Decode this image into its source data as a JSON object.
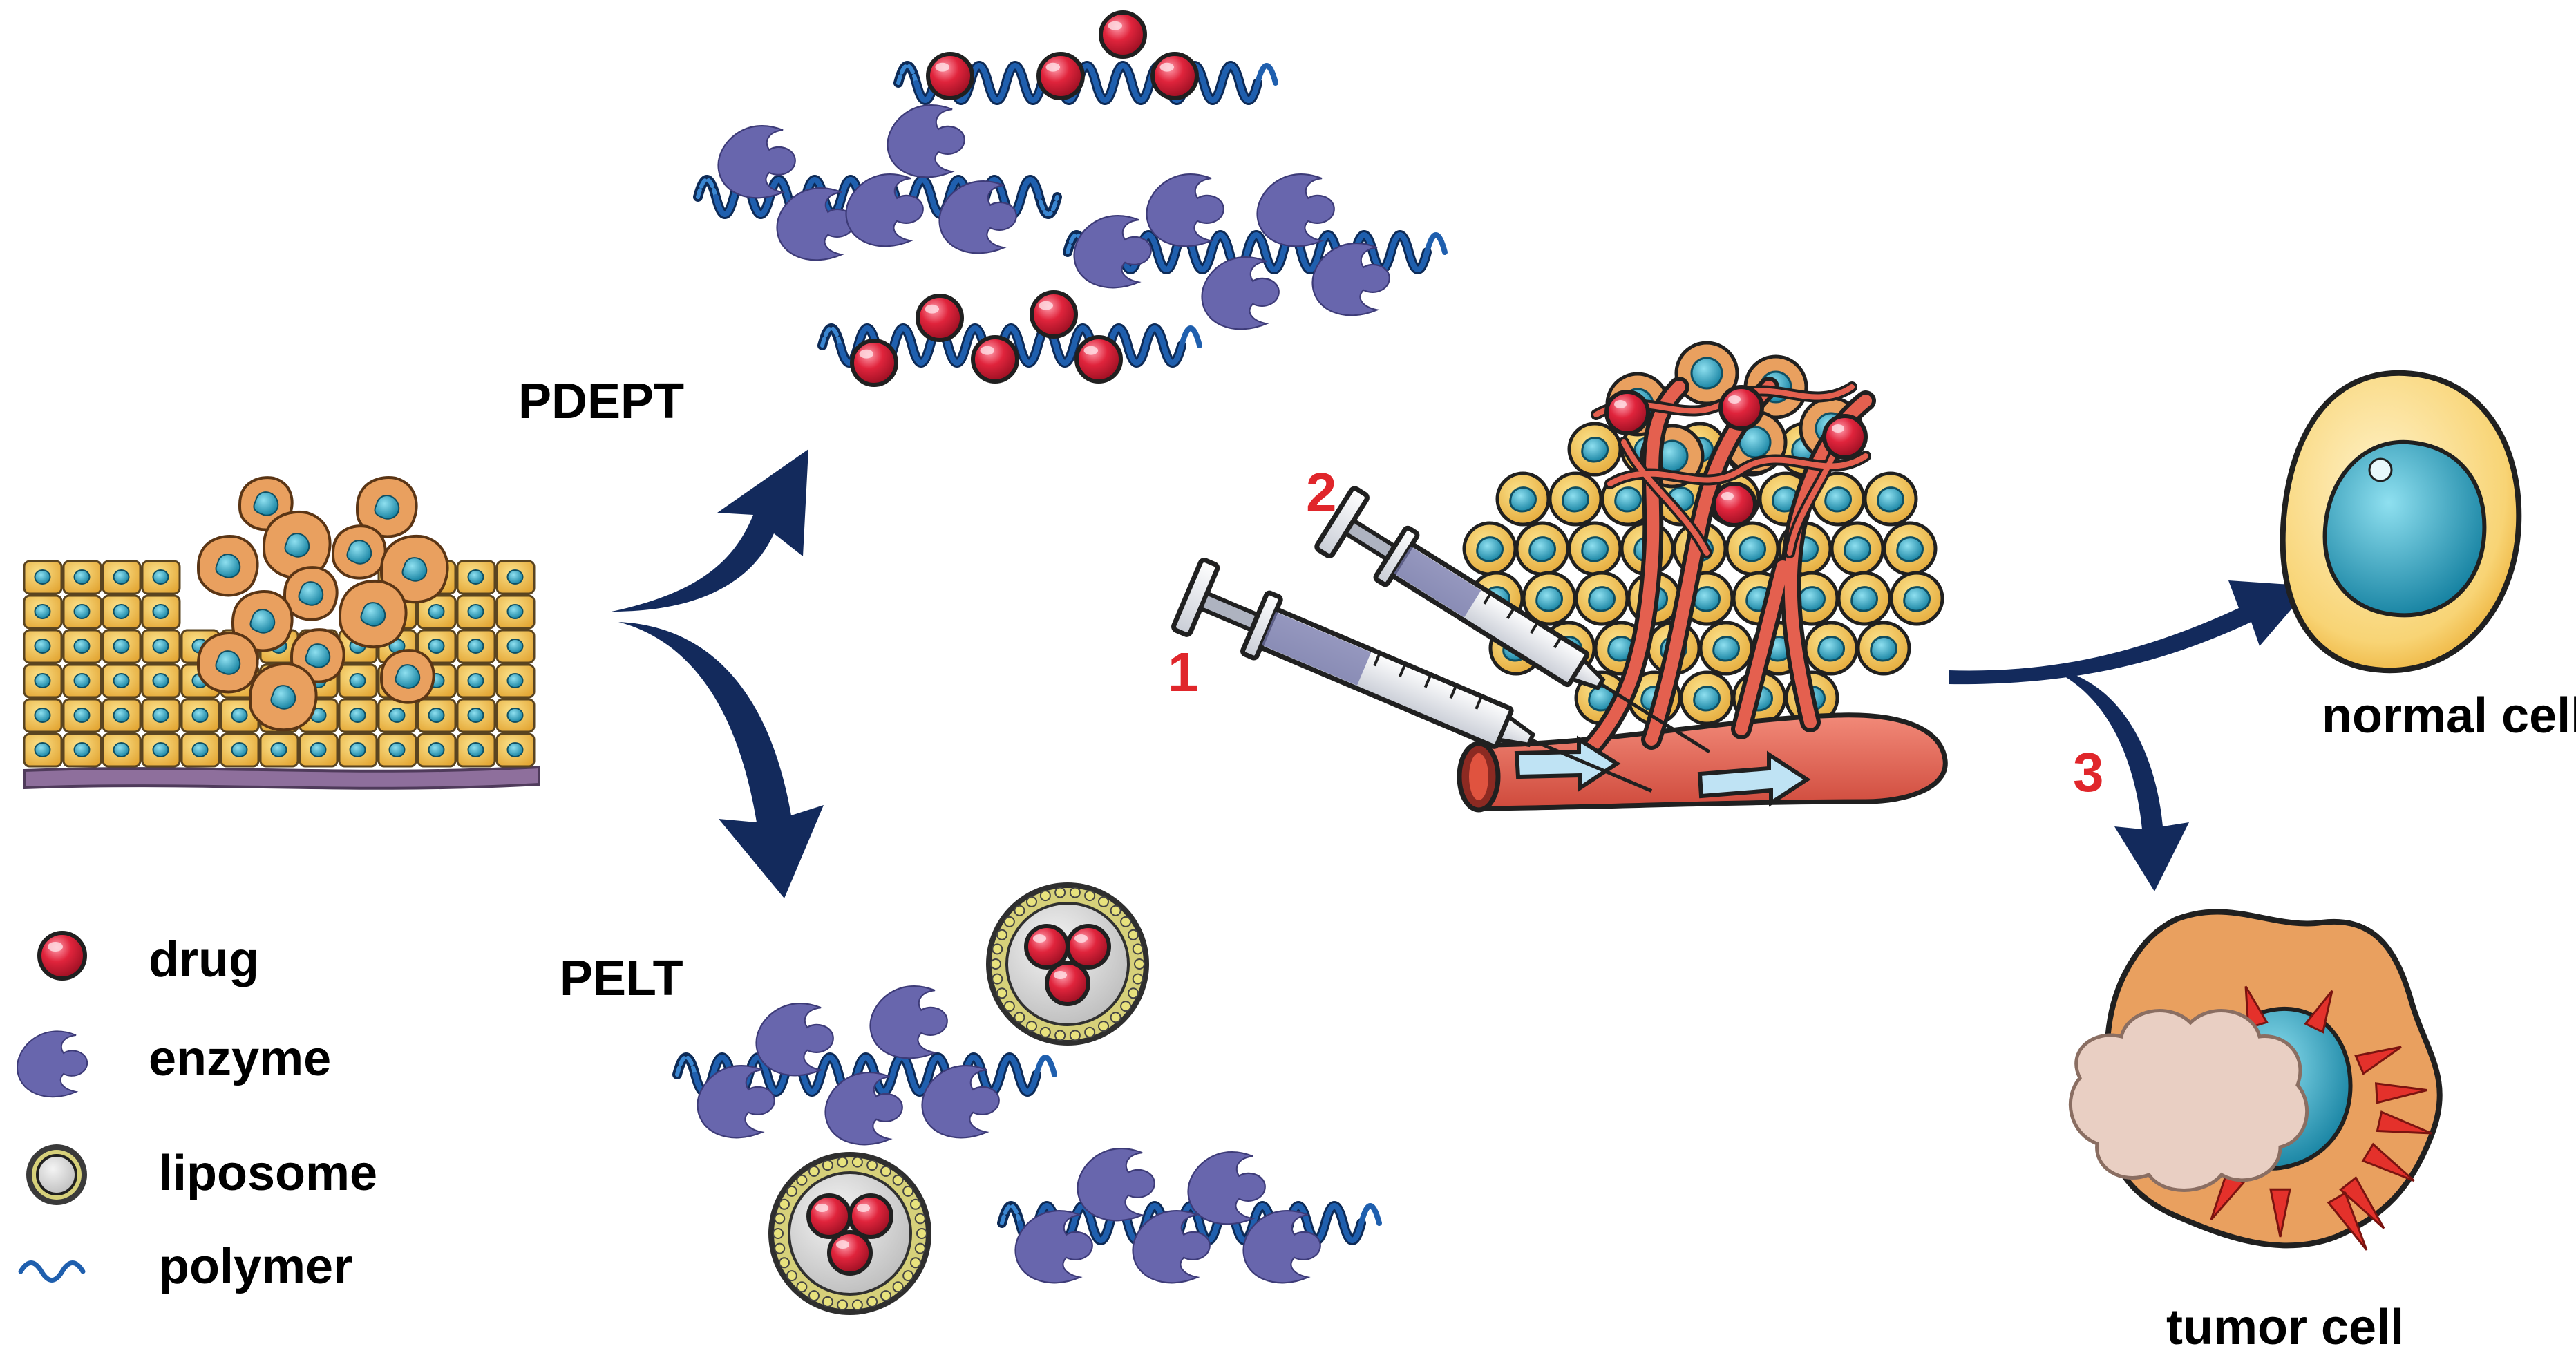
{
  "labels": {
    "pdept": "PDEPT",
    "pelt": "PELT",
    "normal_cell": "normal cell",
    "tumor_cell": "tumor cell",
    "step_1": "1",
    "step_2": "2",
    "step_3": "3"
  },
  "legend": {
    "drug": "drug",
    "enzyme": "enzyme",
    "liposome": "liposome",
    "polymer": "polymer"
  },
  "colors": {
    "drug_red": "#e0243c",
    "enzyme_purple": "#6866ad",
    "polymer_blue": "#1f5fae",
    "arrow_navy": "#132a5c",
    "step_red": "#e0262b",
    "cell_yellow": "#f4c24c",
    "nucleus_cyan": "#1c8fb0",
    "vessel_red": "#e4604f",
    "tumor_orange": "#e9a05f"
  }
}
